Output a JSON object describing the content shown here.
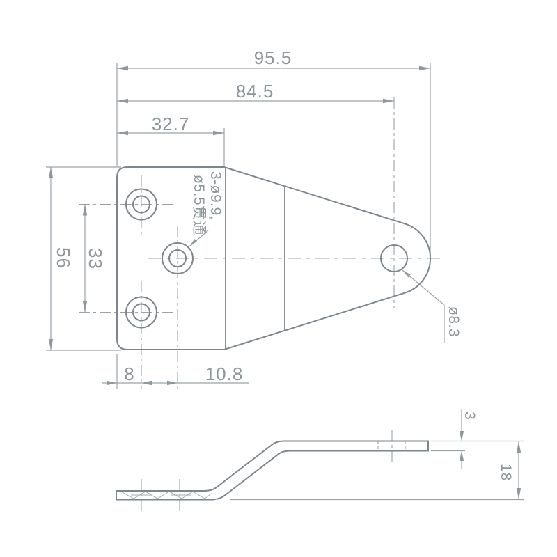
{
  "drawing": {
    "kind": "technical drawing, bent bracket plate, two views",
    "top_view": {
      "dim_total_width": "95.5",
      "dim_to_round_hole_center": "84.5",
      "dim_flat_section_width": "32.7",
      "dim_plate_height": "56",
      "dim_hole_spacing_vertical": "33",
      "dim_edge_to_hole_column": "8",
      "dim_hole_column_to_center_hole": "10.8",
      "hole_note_line1": "3-ø9.9,",
      "hole_note_line2": "ø5.5贯通",
      "dim_right_hole_diameter": "ø8.3"
    },
    "side_view": {
      "dim_material_thickness": "3",
      "dim_offset_height": "18"
    },
    "colors": {
      "outline": "#7d868c",
      "dimension_lines": "#9aa3a8",
      "text": "#8e969b",
      "background": "#ffffff"
    }
  }
}
